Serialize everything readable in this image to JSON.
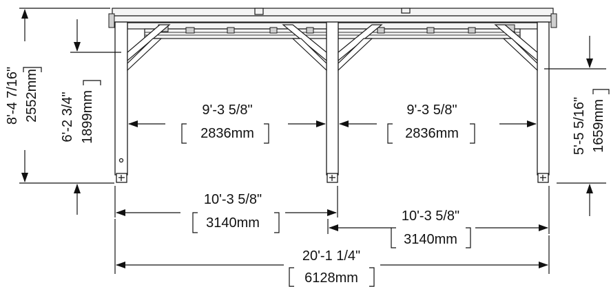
{
  "drawing": {
    "stroke_color": "#1a1a1a",
    "background": "#ffffff"
  },
  "dimensions": {
    "overall_height": {
      "imperial": "8'-4 7/16\"",
      "metric": "2552mm"
    },
    "brace_clearance_left": {
      "imperial": "6'-2 3/4\"",
      "metric": "1899mm"
    },
    "brace_clearance_right": {
      "imperial": "5'-5 5/16\"",
      "metric": "1659mm"
    },
    "inner_span_left": {
      "imperial": "9'-3 5/8\"",
      "metric": "2836mm"
    },
    "inner_span_right": {
      "imperial": "9'-3 5/8\"",
      "metric": "2836mm"
    },
    "bay_left": {
      "imperial": "10'-3 5/8\"",
      "metric": "3140mm"
    },
    "bay_right": {
      "imperial": "10'-3 5/8\"",
      "metric": "3140mm"
    },
    "overall_length": {
      "imperial": "20'-1 1/4\"",
      "metric": "6128mm"
    }
  }
}
